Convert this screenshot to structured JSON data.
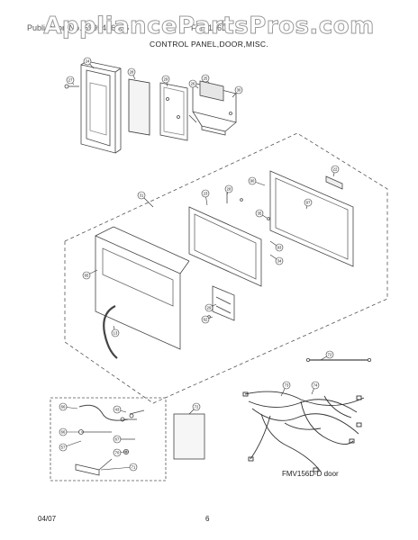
{
  "watermark": "AppliancePartsPros.com",
  "header": {
    "left": "Publication No. 5995456306",
    "right": "FMV156D",
    "title": "CONTROL PANEL,DOOR,MISC."
  },
  "caption": "FMV156D-D door",
  "footer": {
    "date": "04/07",
    "page": "6"
  },
  "callouts": [
    "24",
    "27",
    "28",
    "29",
    "26",
    "25",
    "30",
    "22",
    "31",
    "23",
    "28",
    "90",
    "97",
    "35",
    "93",
    "34",
    "29",
    "62",
    "13",
    "65",
    "66",
    "43",
    "66",
    "57",
    "67",
    "70",
    "71",
    "72",
    "72",
    "73",
    "74"
  ]
}
